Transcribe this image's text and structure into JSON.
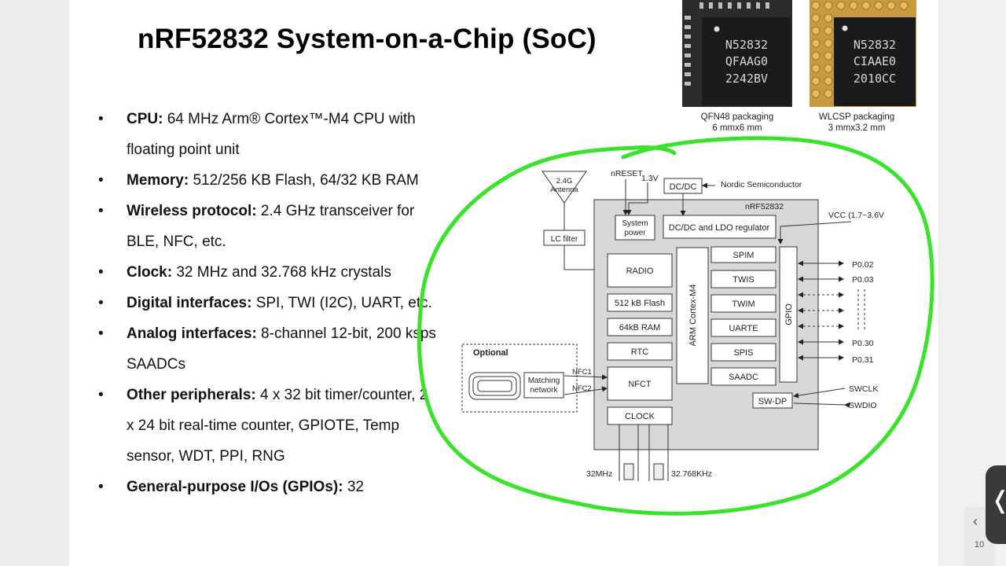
{
  "slide": {
    "title": "nRF52832 System-on-a-Chip (SoC)",
    "bullets": [
      {
        "label": "CPU:",
        "text": " 64 MHz Arm® Cortex™-M4 CPU with floating point unit"
      },
      {
        "label": "Memory:",
        "text": " 512/256 KB Flash, 64/32 KB RAM"
      },
      {
        "label": "Wireless protocol:",
        "text": " 2.4 GHz transceiver for BLE, NFC, etc."
      },
      {
        "label": "Clock:",
        "text": " 32 MHz and 32.768 kHz crystals"
      },
      {
        "label": "Digital interfaces:",
        "text": " SPI, TWI (I2C), UART, etc."
      },
      {
        "label": "Analog interfaces:",
        "text": " 8-channel 12-bit, 200 ksps SAADCs"
      },
      {
        "label": "Other peripherals:",
        "text": " 4 x 32 bit timer/counter, 2 x 24 bit real-time counter, GPIOTE, Temp sensor, WDT, PPI, RNG"
      },
      {
        "label": "General-purpose I/Os (GPIOs):",
        "text": " 32"
      }
    ],
    "chips": [
      {
        "marking": [
          "N52832",
          "QFAAG0",
          "2242BV"
        ],
        "caption_line1": "QFN48 packaging",
        "caption_line2": "6 mmx6 mm"
      },
      {
        "marking": [
          "N52832",
          "CIAAE0",
          "2010CC"
        ],
        "caption_line1": "WLCSP packaging",
        "caption_line2": "3 mmx3.2 mm"
      }
    ]
  },
  "diagram": {
    "antenna": "2.4G\nAntenna",
    "antenna_l1": "2.4G",
    "antenna_l2": "Antenna",
    "lc_filter": "LC filter",
    "nreset": "nRESET",
    "v13": "1.3V",
    "dcdc": "DC/DC",
    "nordic": "Nordic Semiconductor",
    "chip_name": "nRF52832",
    "vcc": "VCC (1.7~3.6V",
    "system_power_l1": "System",
    "system_power_l2": "power",
    "regulator": "DC/DC and LDO regulator",
    "radio": "RADIO",
    "flash": "512 kB Flash",
    "ram": "64kB RAM",
    "rtc": "RTC",
    "nfct": "NFCT",
    "clock": "CLOCK",
    "cpu": "ARM Cortex-M4",
    "periph": [
      "SPIM",
      "TWIS",
      "TWIM",
      "UARTE",
      "SPIS",
      "SAADC"
    ],
    "gpio": "GPIO",
    "swdp": "SW-DP",
    "pins": [
      "P0.02",
      "P0.03",
      "P0.30",
      "P0.31"
    ],
    "swclk": "SWCLK",
    "swdio": "SWDIO",
    "optional": "Optional",
    "matching_l1": "Matching",
    "matching_l2": "network",
    "nfc1": "NFC1",
    "nfc2": "NFC2",
    "xtal1": "32MHz",
    "xtal2": "32.768KHz"
  },
  "viewer": {
    "page_number": "10",
    "prev_icon": "chevron-left-icon",
    "side_icon": "chevron-left-icon"
  },
  "colors": {
    "annotation": "#39e22b",
    "chip_body": "#1b1b1d",
    "wlcsp_balls": "#c9a043",
    "diagram_fill": "#d8d8d8"
  }
}
